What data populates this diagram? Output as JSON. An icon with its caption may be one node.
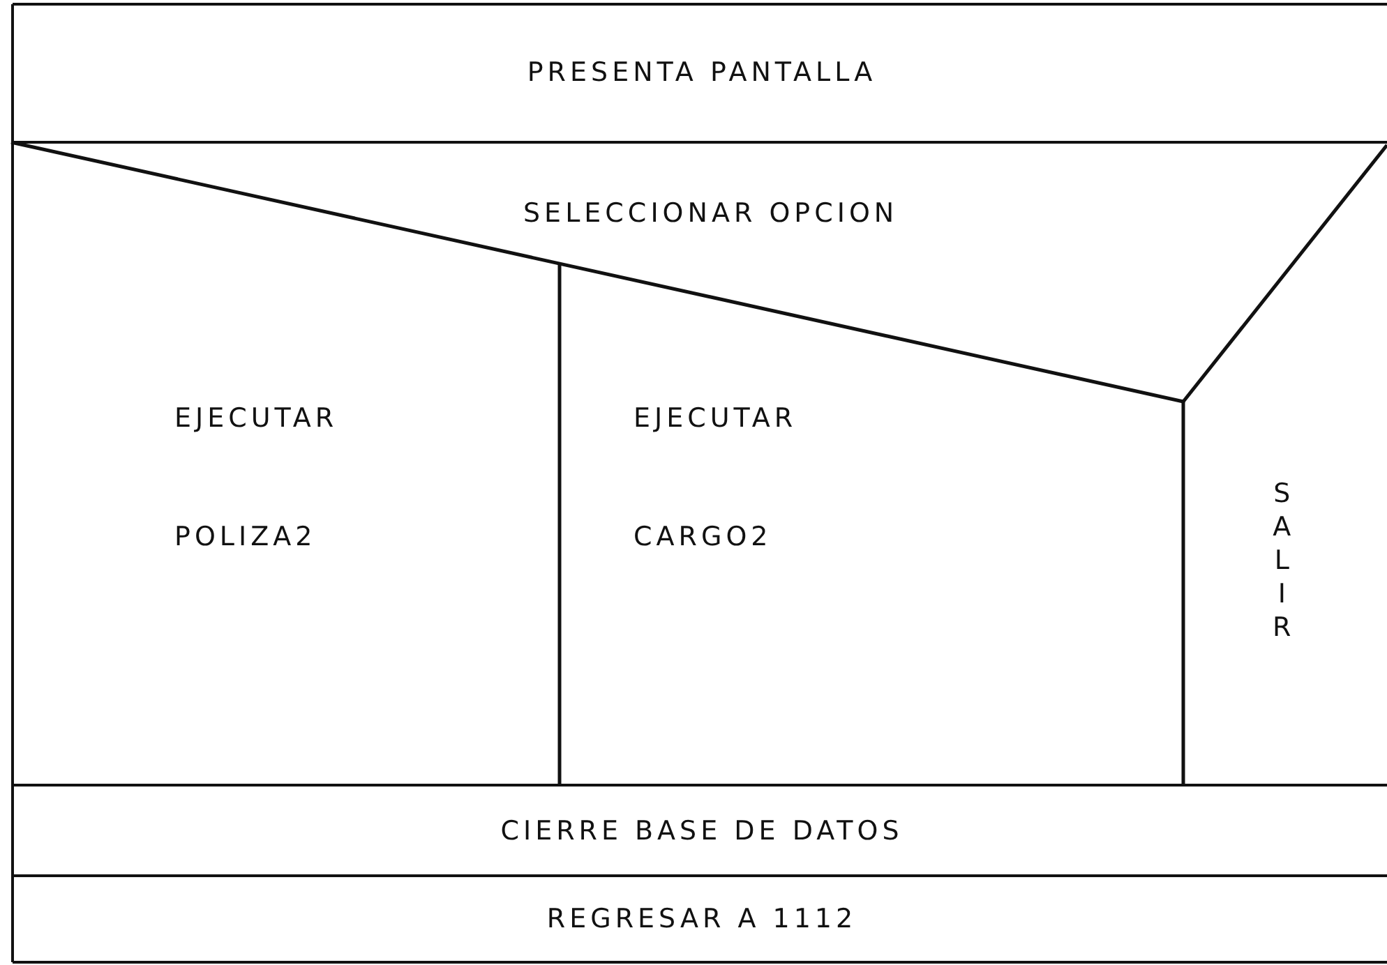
{
  "diagram": {
    "nodes": [
      {
        "text": [
          "PRESENTA PANTALLA"
        ]
      },
      {
        "text": [
          "SELECCIONAR OPCION"
        ]
      },
      {
        "text": [
          "EJECUTAR POLIZA2"
        ],
        "in": 1
      },
      {
        "text": [
          "EJECUTAR CARGO2"
        ],
        "in": 1
      },
      {
        "text": [
          "SALIR"
        ],
        "in": 1
      },
      {
        "text": [
          "CIERRE BASE DE DATOS"
        ]
      },
      {
        "text": [
          "REGRESAR A 1112"
        ]
      }
    ],
    "edges": []
  }
}
